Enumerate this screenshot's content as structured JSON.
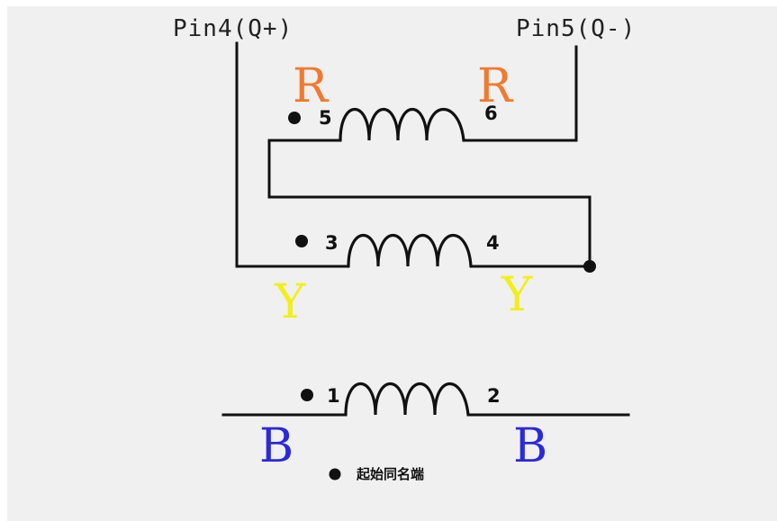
{
  "pins": {
    "left": "Pin4(Q+)",
    "right": "Pin5(Q-)"
  },
  "windings": [
    {
      "id": "top",
      "start": "5",
      "end": "6",
      "color_label": "R",
      "color": "#f07a30"
    },
    {
      "id": "middle",
      "start": "3",
      "end": "4",
      "color_label": "Y",
      "color": "#f2ee1c"
    },
    {
      "id": "bottom",
      "start": "1",
      "end": "2",
      "color_label": "B",
      "color": "#2a2ad8"
    }
  ],
  "legend": {
    "text": "起始同名端"
  },
  "colors": {
    "background": "#f0f0f0",
    "wire": "#111111"
  }
}
